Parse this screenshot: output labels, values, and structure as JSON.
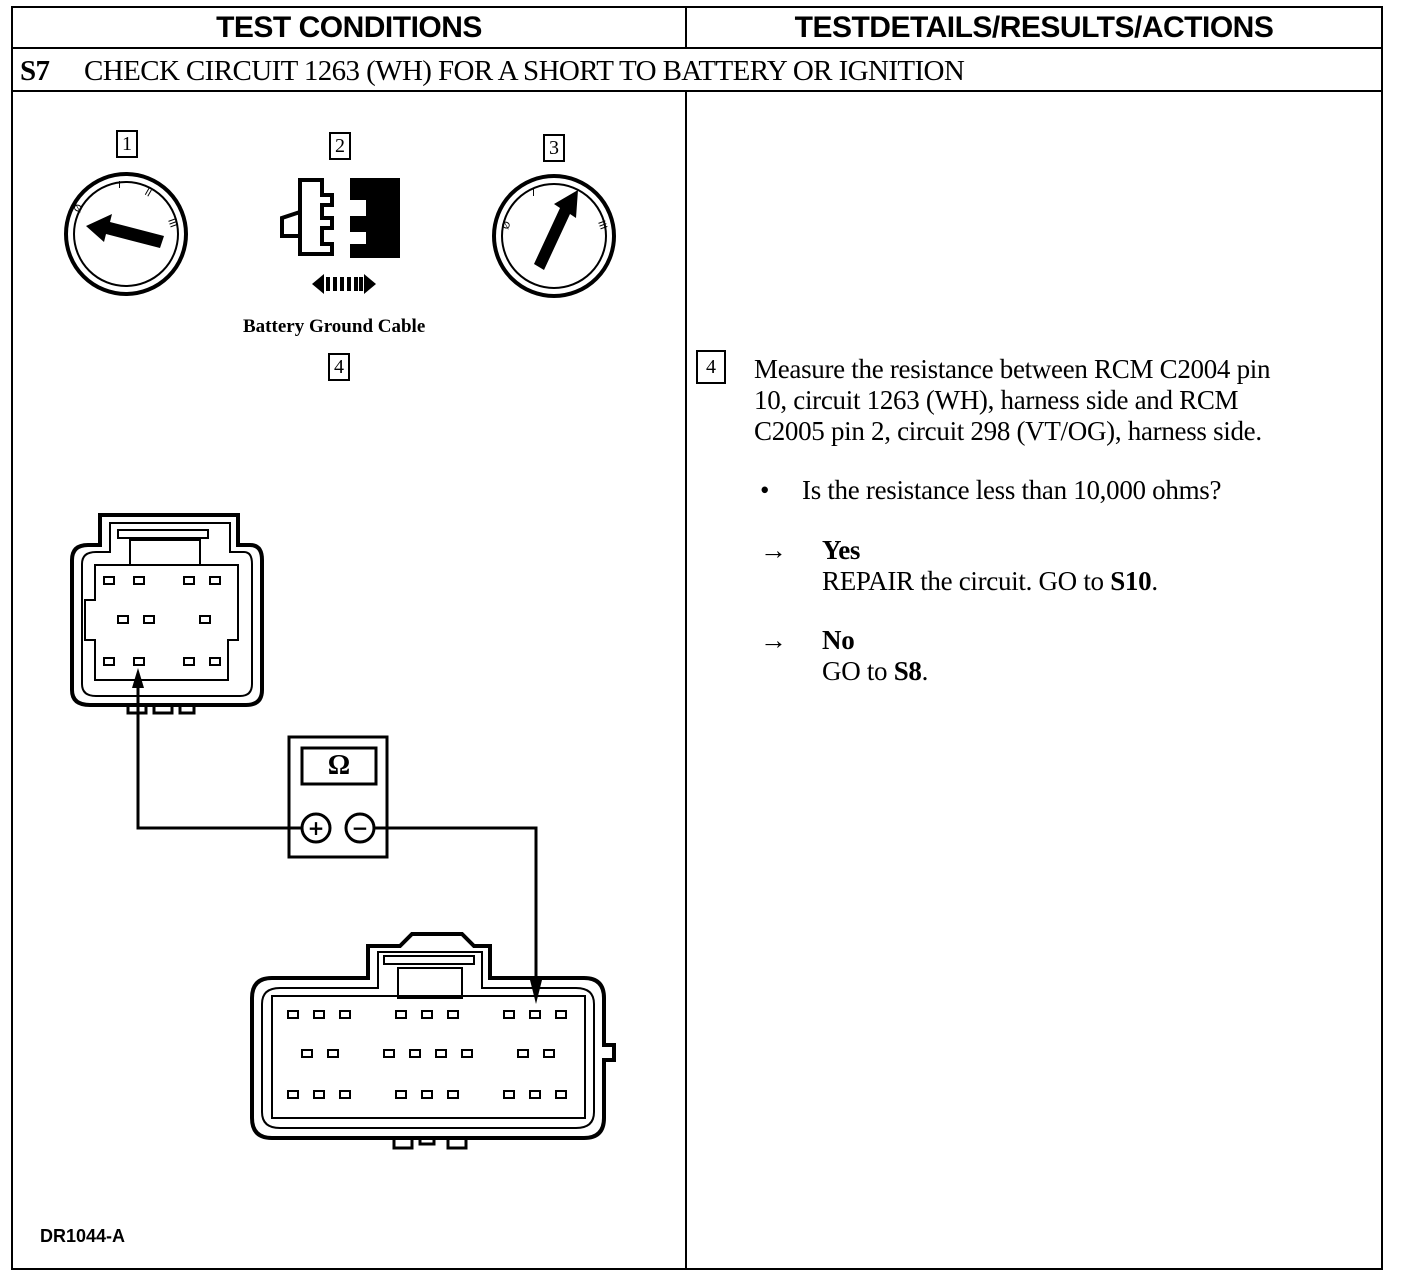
{
  "headers": {
    "left": "TEST CONDITIONS",
    "right": "TESTDETAILS/RESULTS/ACTIONS"
  },
  "step": {
    "id": "S7",
    "title": "CHECK CIRCUIT 1263 (WH) FOR A SHORT TO BATTERY OR IGNITION"
  },
  "illustration": {
    "callouts": [
      "1",
      "2",
      "3",
      "4"
    ],
    "battery_caption": "Battery Ground Cable",
    "meter_symbol": "Ω",
    "meter_plus": "+",
    "meter_minus": "−",
    "figure_id": "DR1044-A"
  },
  "details": {
    "step_number": "4",
    "instruction_lines": [
      "Measure the resistance between RCM C2004 pin",
      "10, circuit 1263 (WH), harness side and RCM",
      "C2005 pin 2, circuit 298 (VT/OG), harness side."
    ],
    "bullet": "•",
    "question": "Is the resistance less than 10,000 ohms?",
    "arrow": "→",
    "yes": {
      "label": "Yes",
      "action_text": "REPAIR the circuit. GO to ",
      "action_target": "S10",
      "action_end": "."
    },
    "no": {
      "label": "No",
      "action_text": "GO to ",
      "action_target": "S8",
      "action_end": "."
    }
  }
}
